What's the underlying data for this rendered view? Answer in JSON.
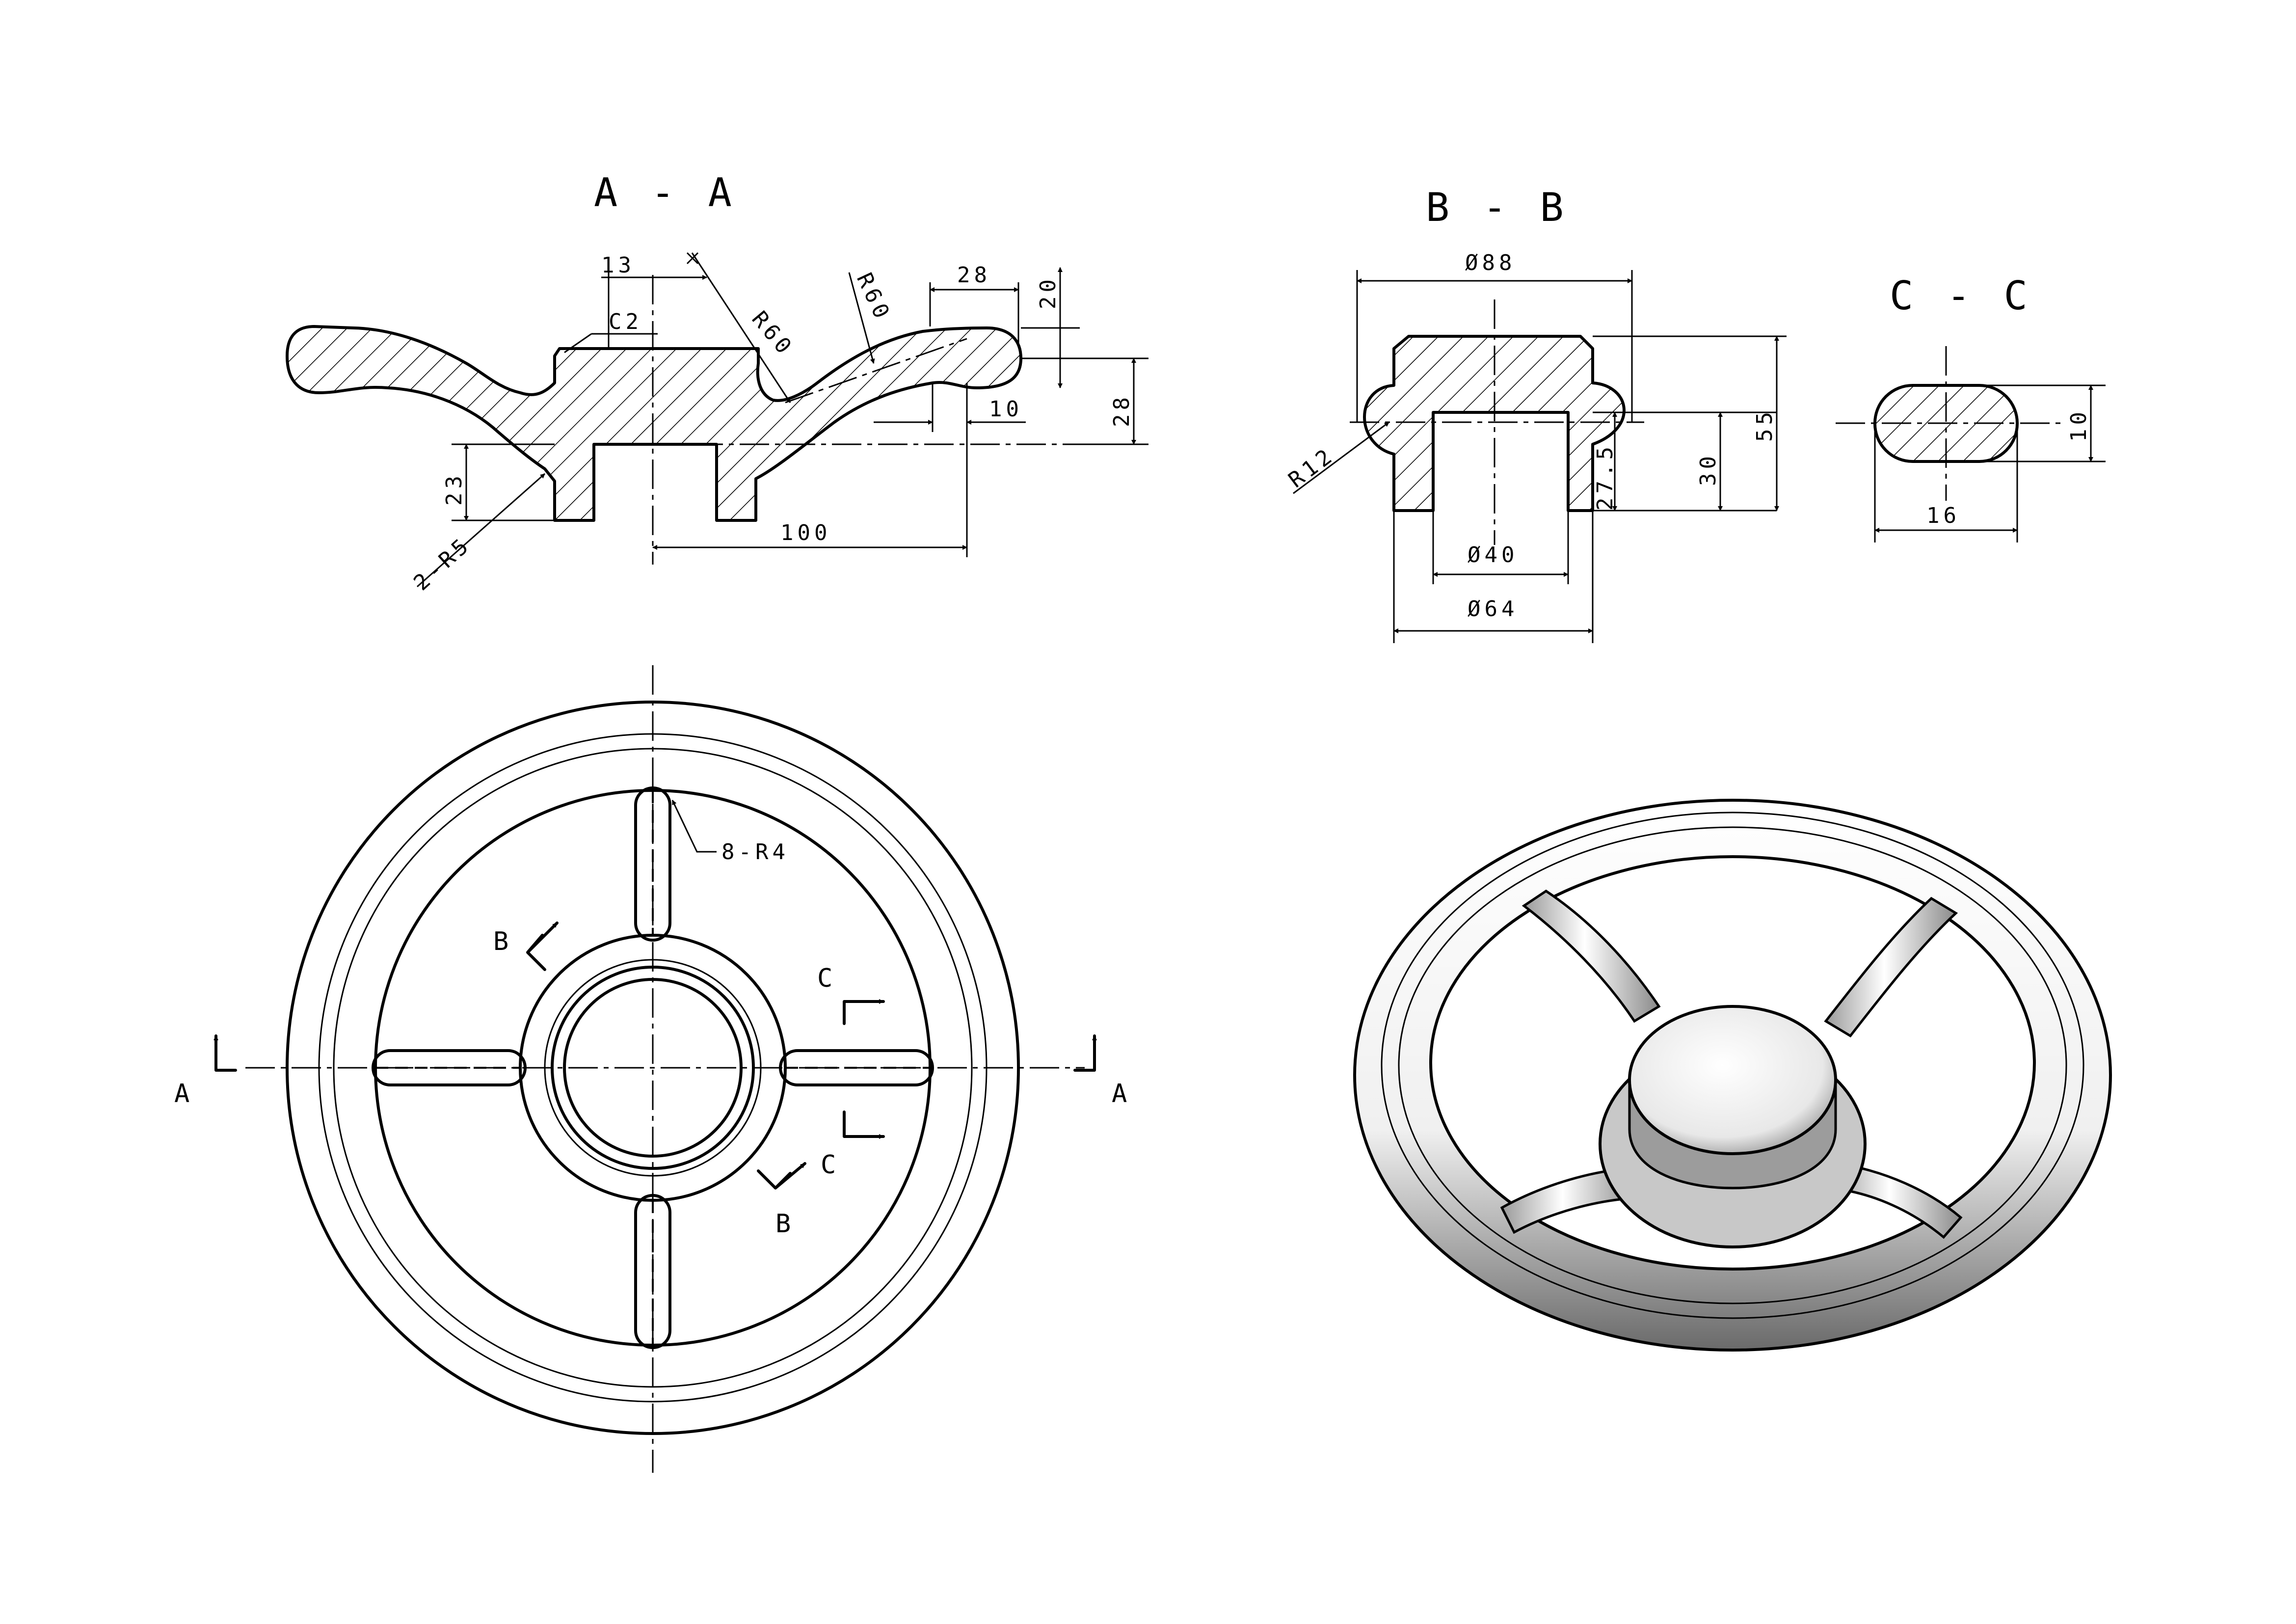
{
  "views": {
    "aa": {
      "title": "A - A"
    },
    "bb": {
      "title": "B - B"
    },
    "cc": {
      "title": "C - C"
    }
  },
  "dims": {
    "aa": {
      "d13": "13",
      "r60a": "R60",
      "r60b": "R60",
      "d28": "28",
      "d20": "20",
      "c2": "C2",
      "d10": "10",
      "d28v": "28",
      "d23": "23",
      "r5": "2-R5",
      "d100": "100"
    },
    "bb": {
      "d88": "Ø88",
      "r12": "R12",
      "d27": "27.5",
      "d30": "30",
      "d55": "55",
      "d40": "Ø40",
      "d64": "Ø64"
    },
    "cc": {
      "d10": "10",
      "d16": "16"
    }
  },
  "front": {
    "r4": "8-R4",
    "labels": {
      "a_left": "A",
      "a_right": "A",
      "b_top": "B",
      "b_bottom": "B",
      "c_top": "C",
      "c_bottom": "C"
    }
  }
}
